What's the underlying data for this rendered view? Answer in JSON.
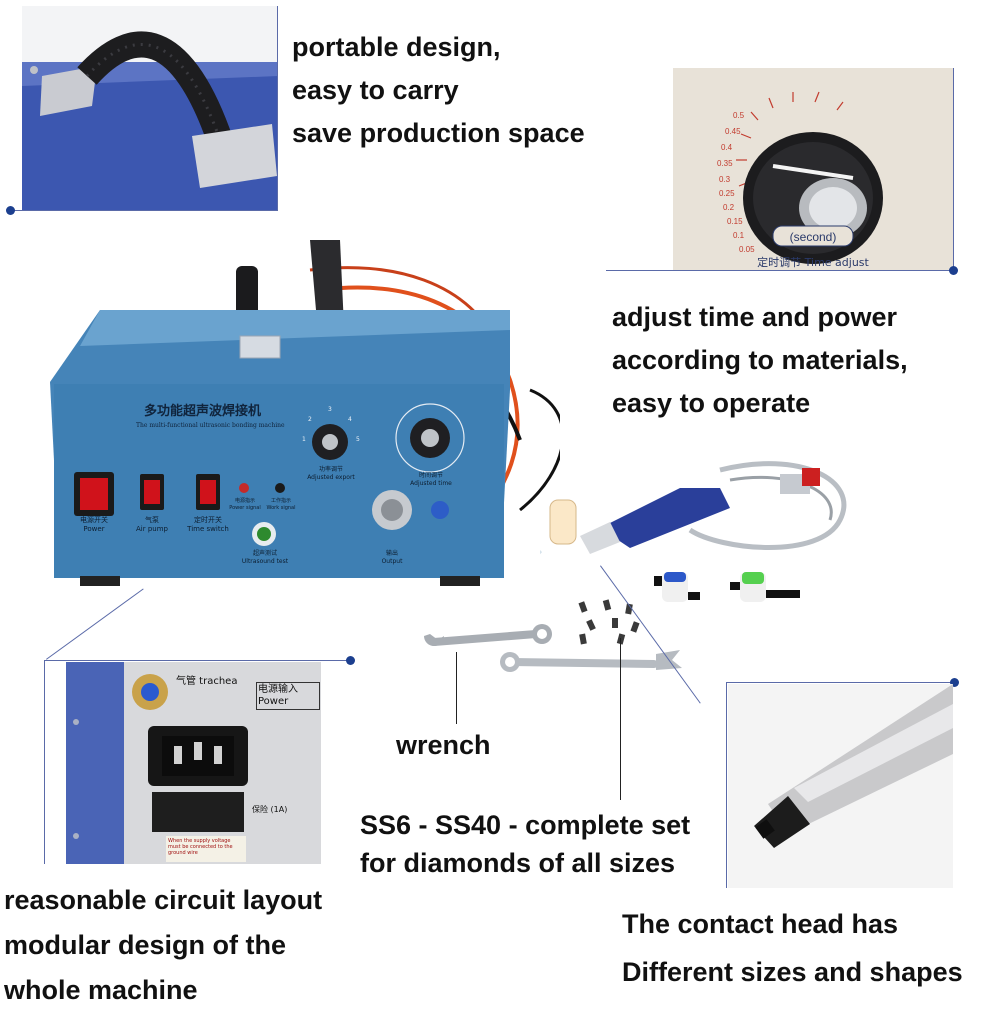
{
  "features": {
    "portable": {
      "lines": [
        "portable design,",
        "easy to carry",
        "save production space"
      ]
    },
    "adjust": {
      "lines": [
        "adjust time and power",
        "according to materials,",
        "easy to operate"
      ],
      "dial_label": "(second)",
      "dial_caption": "定时调节 Time adjust",
      "dial_scale": [
        "0.5",
        "0.45",
        "0.4",
        "0.35",
        "0.3",
        "0.25",
        "0.2",
        "0.15",
        "0.1",
        "0.05"
      ]
    },
    "circuit": {
      "lines": [
        "reasonable circuit layout",
        "modular design of the",
        "whole machine"
      ],
      "port_trachea": "气管 trachea",
      "port_power": "电源输入 Power",
      "fuse_label": "保险 (1A)",
      "warning_text": "When the supply voltage must be connected to the ground wire"
    },
    "wrench": {
      "label": "wrench"
    },
    "sizes": {
      "lines": [
        "SS6 - SS40 - complete set",
        "for diamonds of all sizes"
      ]
    },
    "contact": {
      "lines": [
        "The contact head has",
        "Different sizes and shapes"
      ]
    }
  },
  "machine": {
    "title_cn": "多功能超声波焊接机",
    "title_en": "The multi-functional ultrasonic bonding machine",
    "switches": [
      {
        "cn": "电源开关",
        "en": "Power"
      },
      {
        "cn": "气泵",
        "en": "Air pump"
      },
      {
        "cn": "定时开关",
        "en": "Time switch"
      }
    ],
    "indicators": [
      {
        "cn": "电源指示",
        "en": "Power signal"
      },
      {
        "cn": "工作指示",
        "en": "Work signal"
      }
    ],
    "test_button": {
      "cn": "超声测试",
      "en": "Ultrasound test"
    },
    "power_knob": {
      "cn": "功率调节",
      "en": "Adjusted export"
    },
    "time_knob": {
      "cn": "时间调节",
      "en": "Adjusted time"
    },
    "output": {
      "cn": "输出",
      "en": "Output"
    },
    "power_scale": [
      "1",
      "2",
      "3",
      "4",
      "5"
    ]
  },
  "colors": {
    "machine_blue": "#3f7fb3",
    "dot_navy": "#1c3f8f",
    "cable_orange": "#e0501c",
    "switch_red": "#d0121b"
  }
}
